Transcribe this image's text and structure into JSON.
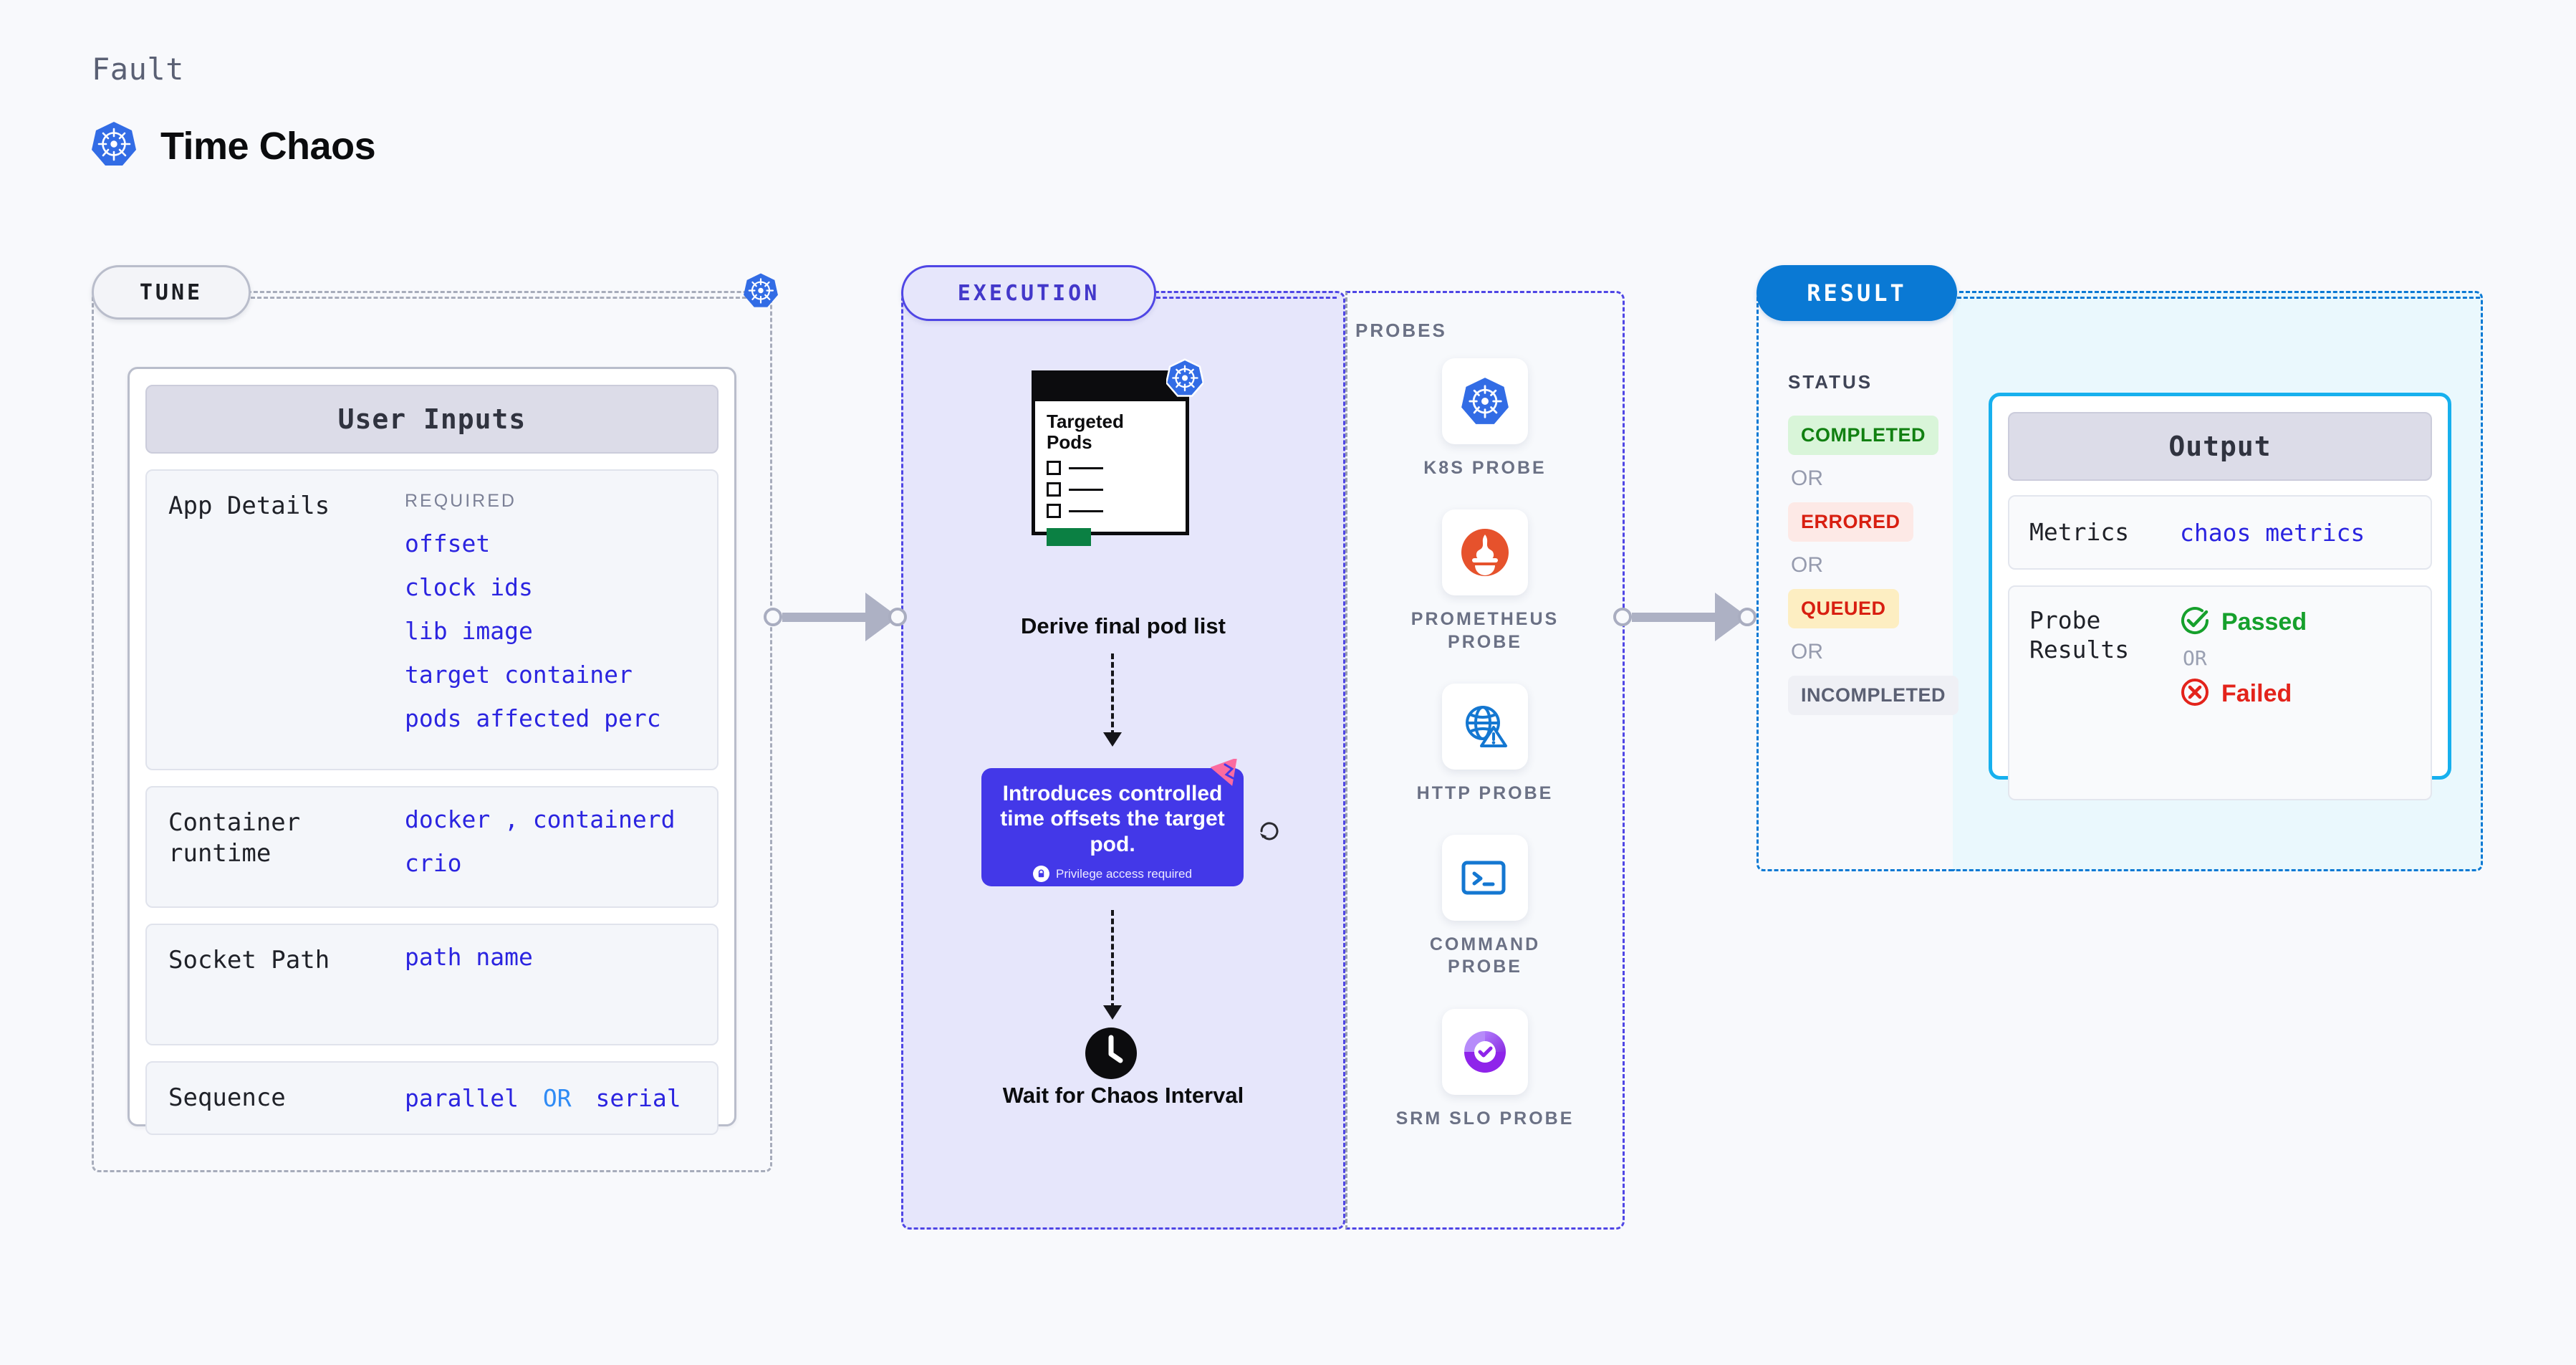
{
  "header": {
    "fault_label": "Fault",
    "title": "Time Chaos",
    "icon": "kubernetes-icon"
  },
  "tune": {
    "tag": "TUNE",
    "card_title": "User Inputs",
    "rows": [
      {
        "label": "App Details",
        "required_label": "REQUIRED",
        "values": [
          "offset",
          "clock ids",
          "lib image",
          "target container",
          "pods affected perc"
        ]
      },
      {
        "label": "Container runtime",
        "values": [
          "docker , containerd",
          "crio"
        ],
        "separator": ","
      },
      {
        "label": "Socket Path",
        "values": [
          "path name"
        ]
      },
      {
        "label": "Sequence",
        "values": [
          "parallel",
          "serial"
        ],
        "or_label": "OR"
      }
    ]
  },
  "execution": {
    "tag": "EXECUTION",
    "pods_card": {
      "title": "Targeted Pods",
      "icon": "kubernetes-icon",
      "checklist_count": 3,
      "button_color": "#0b8043"
    },
    "derive_caption": "Derive final pod list",
    "description_card": {
      "text": "Introduces controlled time offsets the target pod.",
      "privilege_note": "Privilege access required",
      "privilege_icon": "lock-icon",
      "corner_icon": "chaos-badge-icon",
      "loop_icon": "loop-refresh-icon",
      "background": "#4338e8"
    },
    "wait_caption": "Wait for Chaos Interval",
    "wait_icon": "clock-icon"
  },
  "probes": {
    "title": "PROBES",
    "items": [
      {
        "label": "K8S PROBE",
        "icon": "kubernetes-icon"
      },
      {
        "label": "PROMETHEUS PROBE",
        "icon": "prometheus-icon"
      },
      {
        "label": "HTTP PROBE",
        "icon": "globe-warning-icon"
      },
      {
        "label": "COMMAND PROBE",
        "icon": "terminal-icon"
      },
      {
        "label": "SRM SLO PROBE",
        "icon": "srm-slo-icon"
      }
    ]
  },
  "result": {
    "tag": "RESULT",
    "status_title": "STATUS",
    "or_label": "OR",
    "statuses": [
      {
        "label": "COMPLETED",
        "bg": "#d9f5d9",
        "color": "#118011"
      },
      {
        "label": "ERRORED",
        "bg": "#fde9e6",
        "color": "#d81f11"
      },
      {
        "label": "QUEUED",
        "bg": "#fdeec2",
        "color": "#d81f11"
      },
      {
        "label": "INCOMPLETED",
        "bg": "#eff0f5",
        "color": "#5b6073"
      }
    ]
  },
  "output": {
    "card_title": "Output",
    "metrics_label": "Metrics",
    "metrics_value": "chaos metrics",
    "probe_results_label": "Probe Results",
    "passed_label": "Passed",
    "failed_label": "Failed",
    "or_label": "OR",
    "passed_icon": "check-circle-icon",
    "failed_icon": "x-circle-icon",
    "accent": "#17b0ee"
  }
}
